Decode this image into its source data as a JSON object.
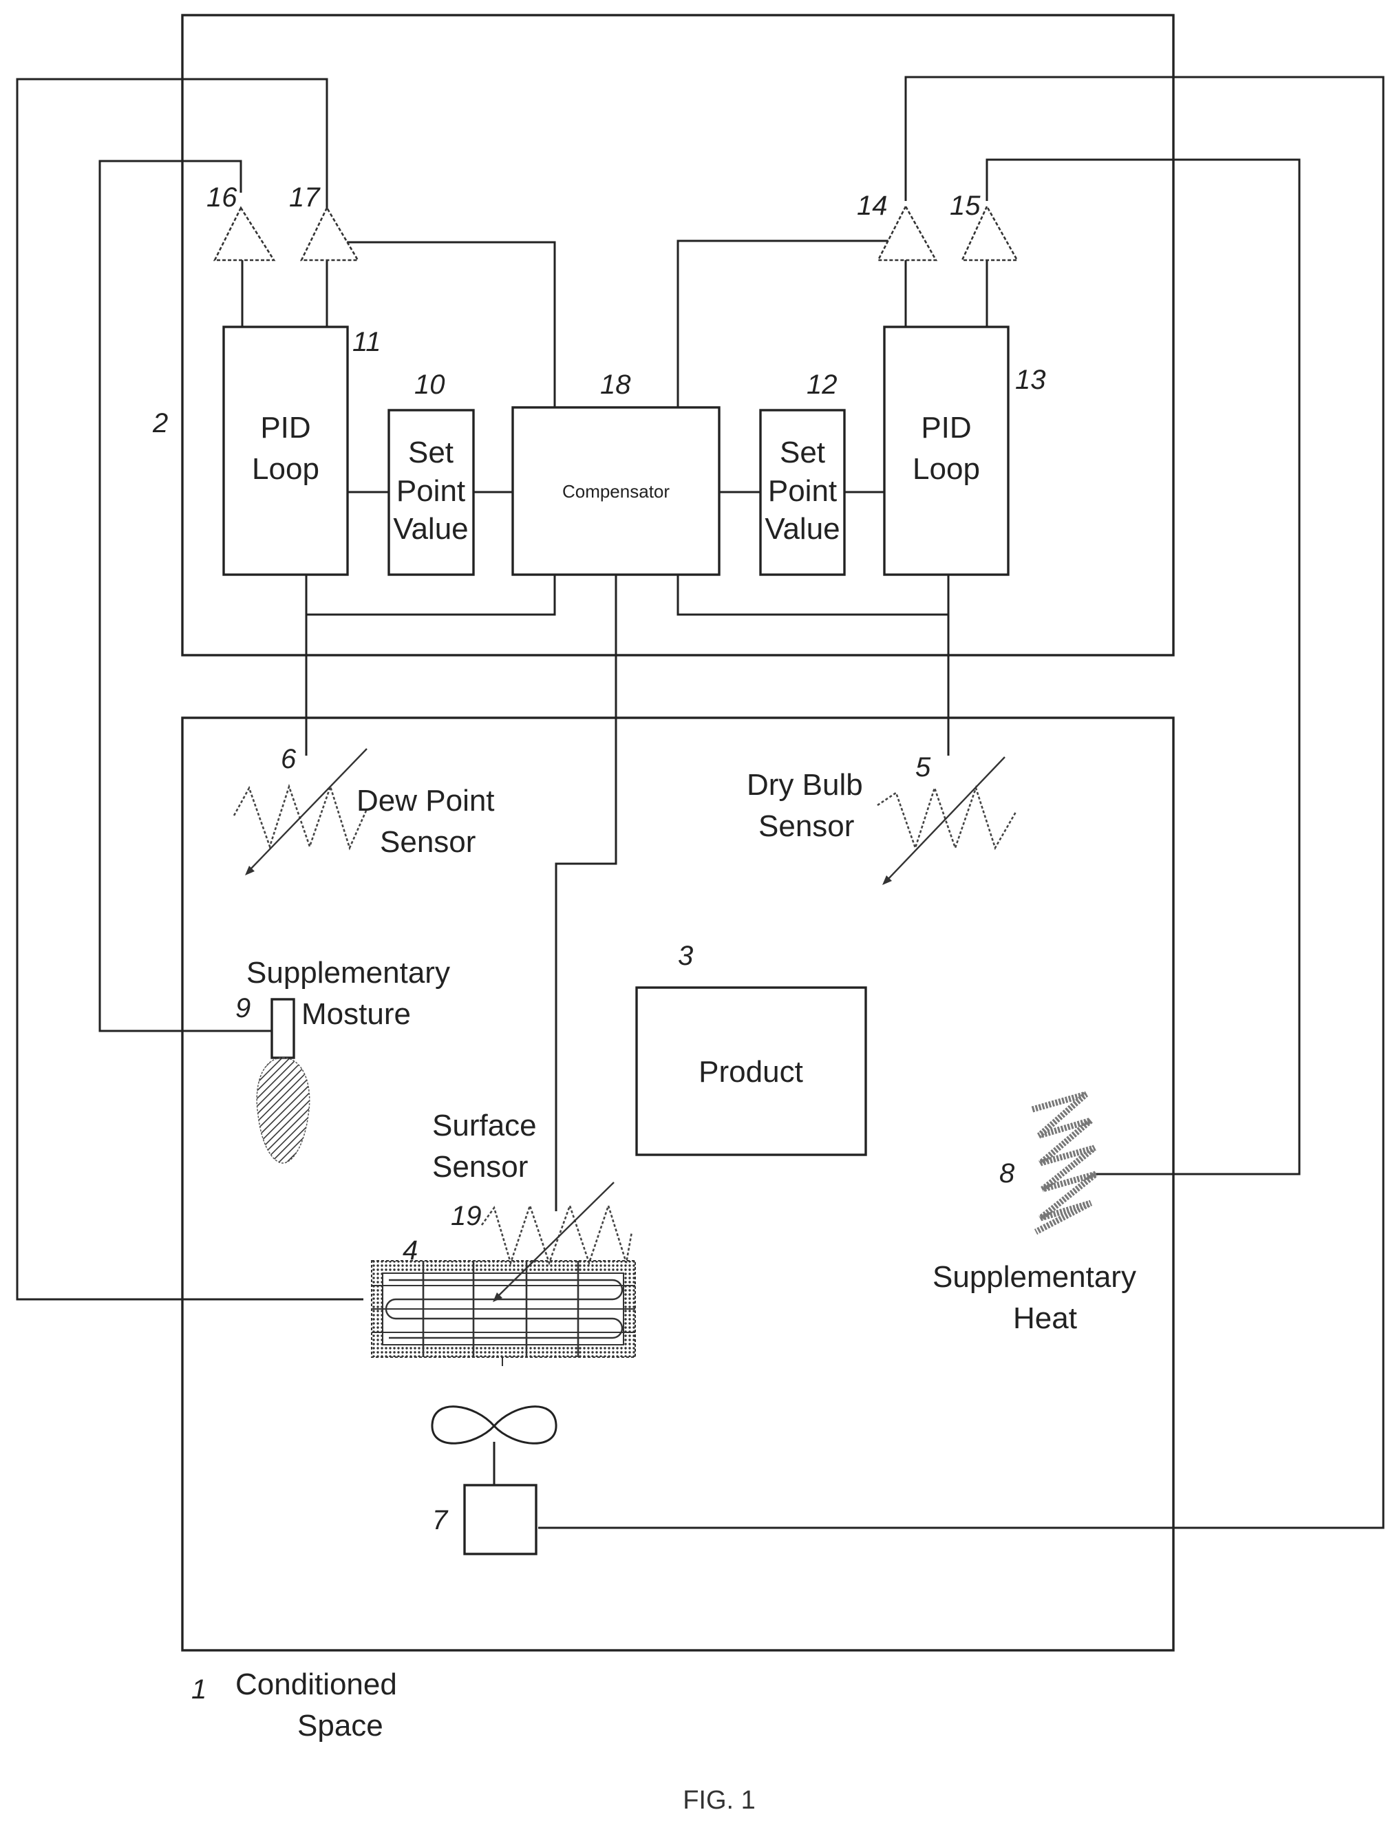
{
  "blocks": {
    "pid_left": {
      "line1": "PID",
      "line2": "Loop",
      "ref": "11"
    },
    "setpoint_left": {
      "line1": "Set",
      "line2": "Point",
      "line3": "Value",
      "ref": "10"
    },
    "compensator": {
      "label": "Compensator",
      "ref": "18"
    },
    "setpoint_right": {
      "line1": "Set",
      "line2": "Point",
      "line3": "Value",
      "ref": "12"
    },
    "pid_right": {
      "line1": "PID",
      "line2": "Loop",
      "ref": "13"
    },
    "product": {
      "label": "Product",
      "ref": "3"
    }
  },
  "amplifiers": {
    "a16": "16",
    "a17": "17",
    "a14": "14",
    "a15": "15"
  },
  "refs": {
    "controller": "2"
  },
  "sensors": {
    "dew_point": {
      "line1": "Dew Point",
      "line2": "Sensor",
      "ref": "6"
    },
    "dry_bulb": {
      "line1": "Dry Bulb",
      "line2": "Sensor",
      "ref": "5"
    },
    "surface": {
      "line1": "Surface",
      "line2": "Sensor",
      "ref": "19"
    }
  },
  "actuators": {
    "moisture": {
      "line1": "Supplementary",
      "line2": "Mosture",
      "ref": "9"
    },
    "heat": {
      "line1": "Supplementary",
      "line2": "Heat",
      "ref": "8"
    },
    "coil": {
      "ref": "4"
    },
    "fan": {
      "ref": "7"
    }
  },
  "conditioned_space": {
    "ref": "1",
    "line1": "Conditioned",
    "line2": "Space"
  },
  "figure_caption": "FIG. 1"
}
